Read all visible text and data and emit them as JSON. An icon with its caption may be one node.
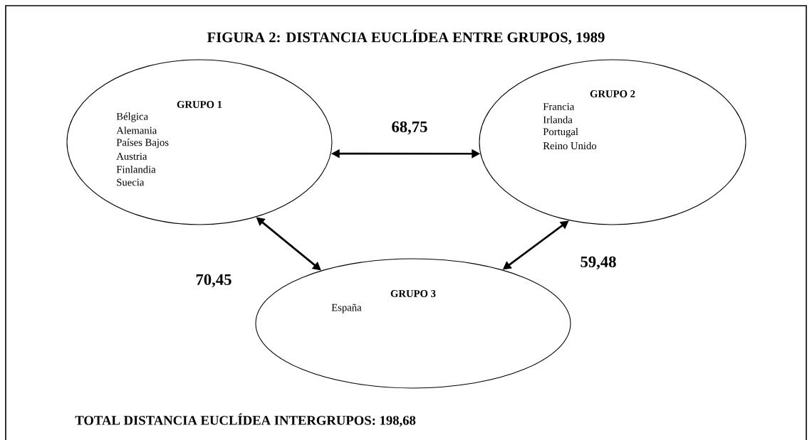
{
  "diagram": {
    "title": "FIGURA 2: DISTANCIA EUCLÍDEA ENTRE GRUPOS, 1989",
    "nodes": [
      {
        "text": [
          "GRUPO 1",
          "Bélgica",
          "Alemania",
          "Países Bajos",
          "Austria",
          "Finlandia",
          "Suecia"
        ]
      },
      {
        "text": [
          "GRUPO 2",
          "Francia",
          "Irlanda",
          "Portugal",
          "Reino Unido"
        ]
      },
      {
        "text": [
          "GRUPO 3",
          "España"
        ]
      }
    ],
    "edges": [
      {
        "from": 0,
        "to": 1,
        "arrow": "both",
        "label": "68,75"
      },
      {
        "from": 0,
        "to": 2,
        "arrow": "both",
        "label": "70,45"
      },
      {
        "from": 1,
        "to": 2,
        "arrow": "both",
        "label": "59,48"
      }
    ],
    "labels": [
      "TOTAL DISTANCIA EUCLÍDEA INTERGRUPOS: 198,68"
    ]
  }
}
